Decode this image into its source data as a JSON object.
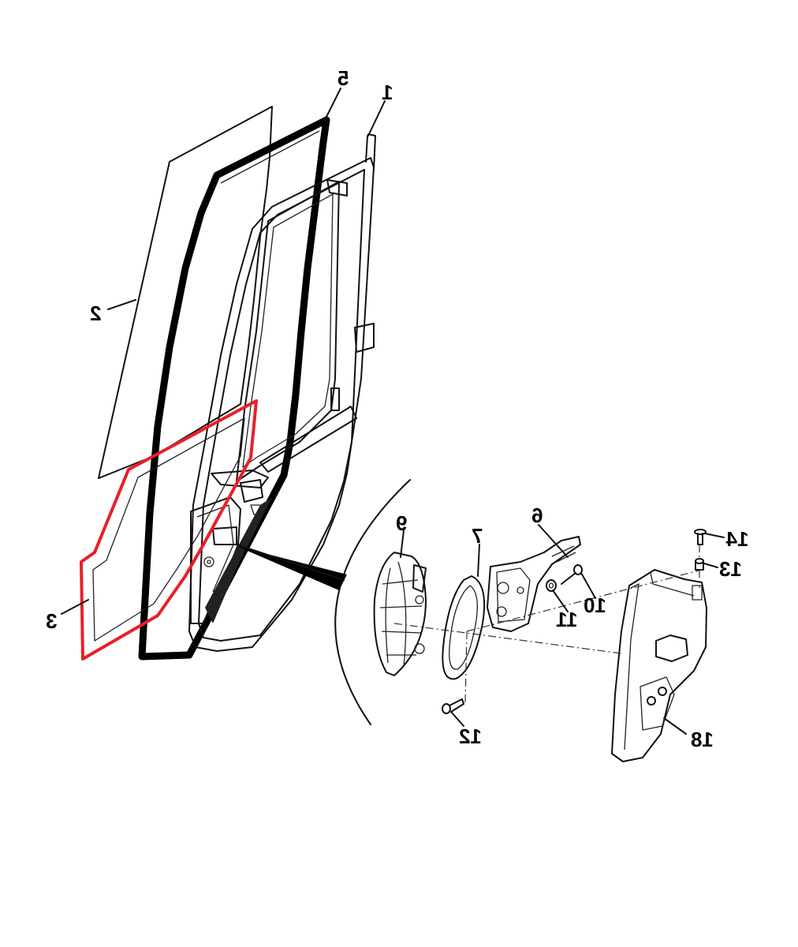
{
  "callouts": {
    "c1": "1",
    "c2": "2",
    "c3": "3",
    "c5": "5",
    "c6": "6",
    "c7": "7",
    "c9": "9",
    "c10": "10",
    "c11": "11",
    "c12": "12",
    "c13": "13",
    "c14": "14",
    "c18": "18"
  },
  "colors": {
    "highlight": "#e8202a",
    "line": "#111111",
    "background": "#ffffff"
  }
}
